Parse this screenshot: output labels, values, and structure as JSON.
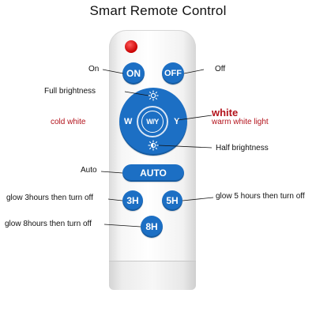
{
  "title": "Smart Remote Control",
  "colors": {
    "button": "#1c6fc4",
    "led": "#d40000",
    "accent_text": "#b3121b"
  },
  "buttons": {
    "on": "ON",
    "off": "OFF",
    "auto": "AUTO",
    "h3": "3H",
    "h5": "5H",
    "h8": "8H",
    "center": "W/Y",
    "w": "W",
    "y": "Y"
  },
  "labels": {
    "on": "On",
    "off": "Off",
    "full_brightness": "Full brightness",
    "white": "white",
    "cold_white": "cold white",
    "warm_white": "warm white light",
    "half_brightness": "Half brightness",
    "auto": "Auto",
    "glow_3h": "glow 3hours then turn off",
    "glow_5h": "glow 5 hours then turn off",
    "glow_8h": "glow 8hours then turn off"
  },
  "icons": {
    "brightness_up": "sun-icon",
    "brightness_down": "half-sun-icon",
    "indicator": "led-indicator"
  }
}
